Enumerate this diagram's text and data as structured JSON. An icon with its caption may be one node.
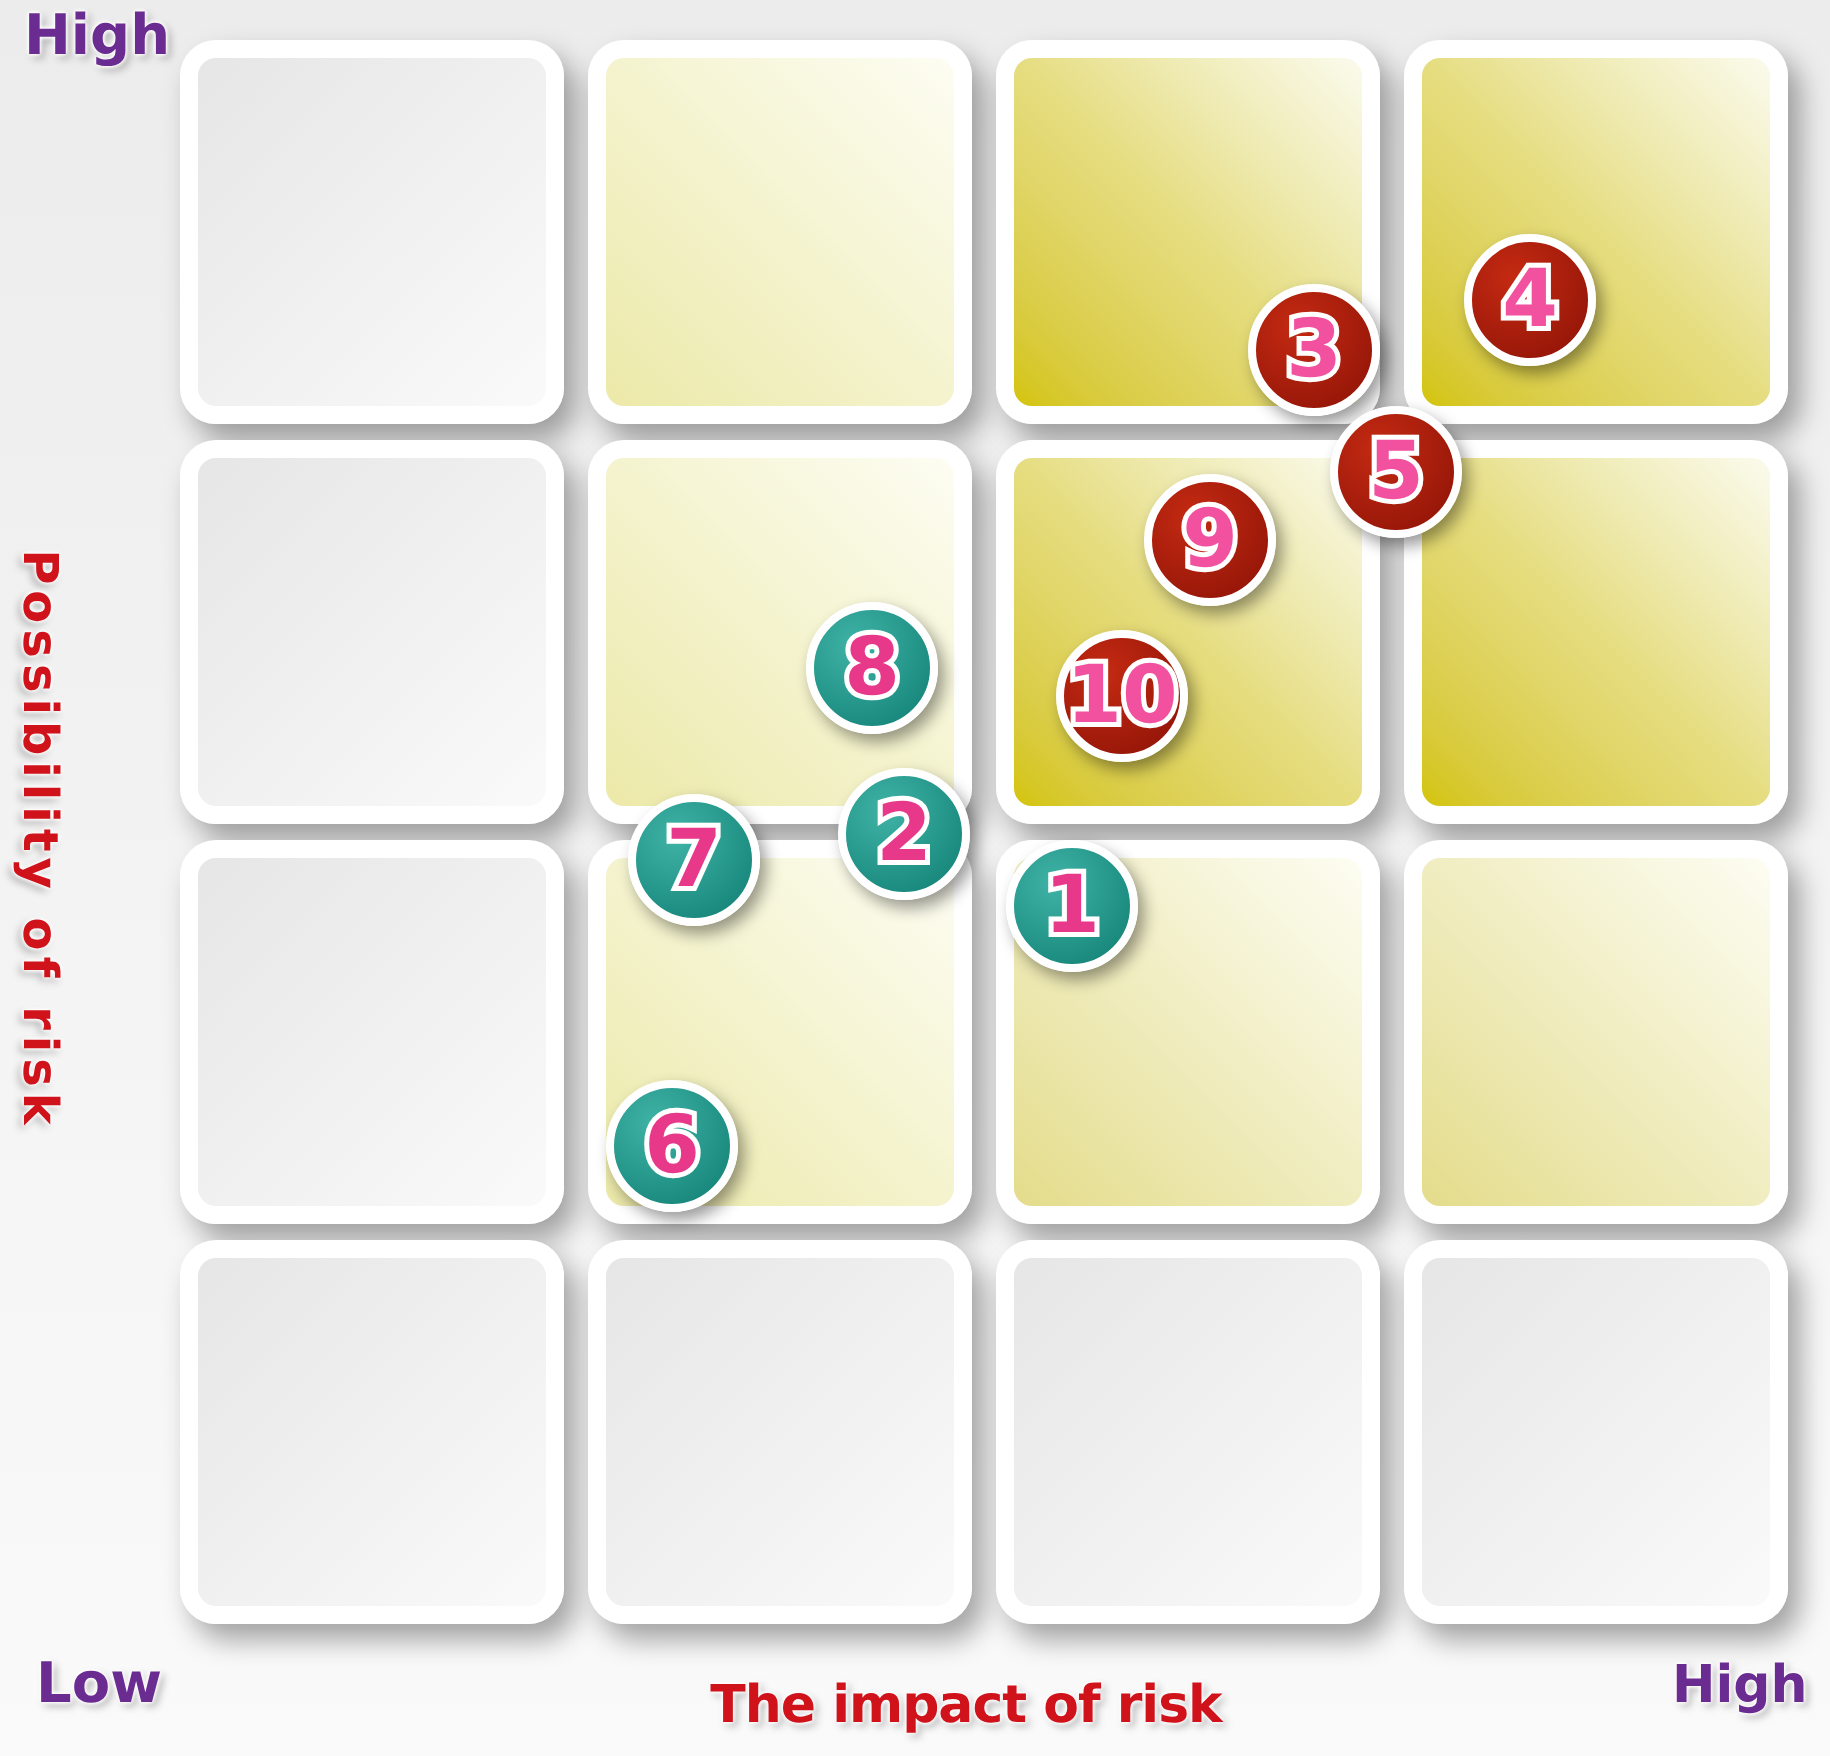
{
  "diagram": {
    "nodes": [
      {
        "text": [],
        "shape": "box"
      },
      {
        "text": [],
        "shape": "box"
      },
      {
        "text": [],
        "shape": "box"
      },
      {
        "text": [],
        "shape": "box"
      },
      {
        "text": [],
        "shape": "box"
      },
      {
        "text": [],
        "shape": "box"
      },
      {
        "text": [],
        "shape": "box"
      },
      {
        "text": [],
        "shape": "box"
      },
      {
        "text": [],
        "shape": "box"
      },
      {
        "text": [],
        "shape": "box"
      },
      {
        "text": [],
        "shape": "box"
      },
      {
        "text": [],
        "shape": "box"
      },
      {
        "text": [],
        "shape": "box"
      },
      {
        "text": [],
        "shape": "box"
      },
      {
        "text": [],
        "shape": "box"
      },
      {
        "text": [],
        "shape": "box"
      },
      {
        "text": [
          "1"
        ],
        "in": 10
      },
      {
        "text": [
          "2"
        ]
      },
      {
        "text": [
          "3"
        ],
        "in": 2
      },
      {
        "text": [
          "4"
        ],
        "in": 3
      },
      {
        "text": [
          "5"
        ]
      },
      {
        "text": [
          "6"
        ],
        "in": 9
      },
      {
        "text": [
          "7"
        ]
      },
      {
        "text": [
          "8"
        ],
        "in": 5
      },
      {
        "text": [
          "9"
        ],
        "in": 6
      },
      {
        "text": [
          "10"
        ],
        "in": 6
      }
    ],
    "labels": [
      "High",
      "Possibility of risk",
      "Low",
      "The impact of risk",
      "High"
    ]
  }
}
